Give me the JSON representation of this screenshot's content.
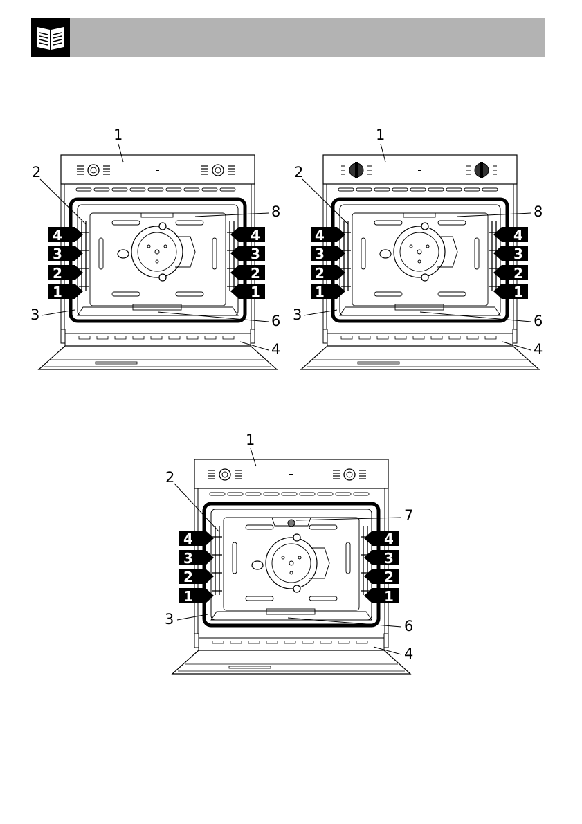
{
  "header": {
    "icon": "book-icon",
    "background": "#b3b3b3"
  },
  "figures": [
    {
      "id": "oven-a",
      "knob_style": "light",
      "callouts": [
        {
          "id": "control-panel",
          "label": "1"
        },
        {
          "id": "rack-guides",
          "label": "2"
        },
        {
          "id": "seal",
          "label": "3"
        },
        {
          "id": "door",
          "label": "4"
        },
        {
          "id": "bottom-element",
          "label": "6"
        },
        {
          "id": "top-element",
          "label": "8"
        }
      ],
      "shelf_levels": [
        "4",
        "3",
        "2",
        "1"
      ]
    },
    {
      "id": "oven-b",
      "knob_style": "dark",
      "callouts": [
        {
          "id": "control-panel",
          "label": "1"
        },
        {
          "id": "rack-guides",
          "label": "2"
        },
        {
          "id": "seal",
          "label": "3"
        },
        {
          "id": "door",
          "label": "4"
        },
        {
          "id": "bottom-element",
          "label": "6"
        },
        {
          "id": "top-element",
          "label": "8"
        }
      ],
      "shelf_levels": [
        "4",
        "3",
        "2",
        "1"
      ]
    },
    {
      "id": "oven-c",
      "knob_style": "light",
      "callouts": [
        {
          "id": "control-panel",
          "label": "1"
        },
        {
          "id": "rack-guides",
          "label": "2"
        },
        {
          "id": "seal",
          "label": "3"
        },
        {
          "id": "door",
          "label": "4"
        },
        {
          "id": "bottom-element",
          "label": "6"
        },
        {
          "id": "lamp",
          "label": "7"
        }
      ],
      "shelf_levels": [
        "4",
        "3",
        "2",
        "1"
      ]
    }
  ]
}
